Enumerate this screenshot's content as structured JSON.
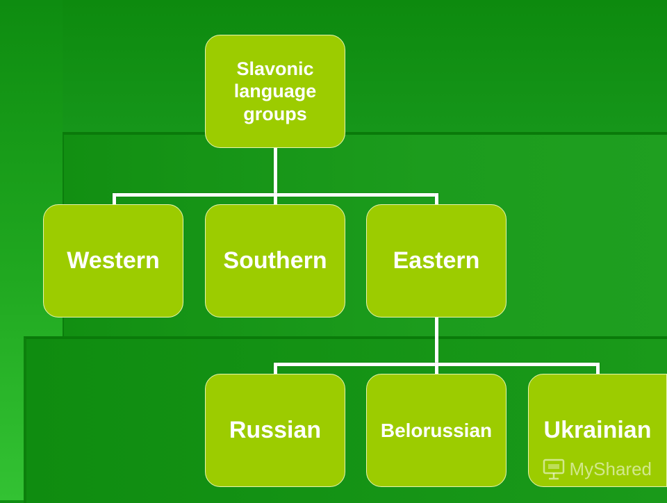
{
  "diagram": {
    "root": {
      "label": "Slavonic language groups"
    },
    "groups": {
      "western": {
        "label": "Western"
      },
      "southern": {
        "label": "Southern"
      },
      "eastern": {
        "label": "Eastern"
      }
    },
    "eastern_children": {
      "russian": {
        "label": "Russian"
      },
      "belorussian": {
        "label": "Belorussian"
      },
      "ukrainian": {
        "label": "Ukrainian"
      }
    }
  },
  "colors": {
    "node_fill": "#9ccc00",
    "connector": "#ffffff",
    "background": "#179617"
  },
  "watermark": {
    "text": "MyShared",
    "icon": "presentation-board-icon"
  }
}
